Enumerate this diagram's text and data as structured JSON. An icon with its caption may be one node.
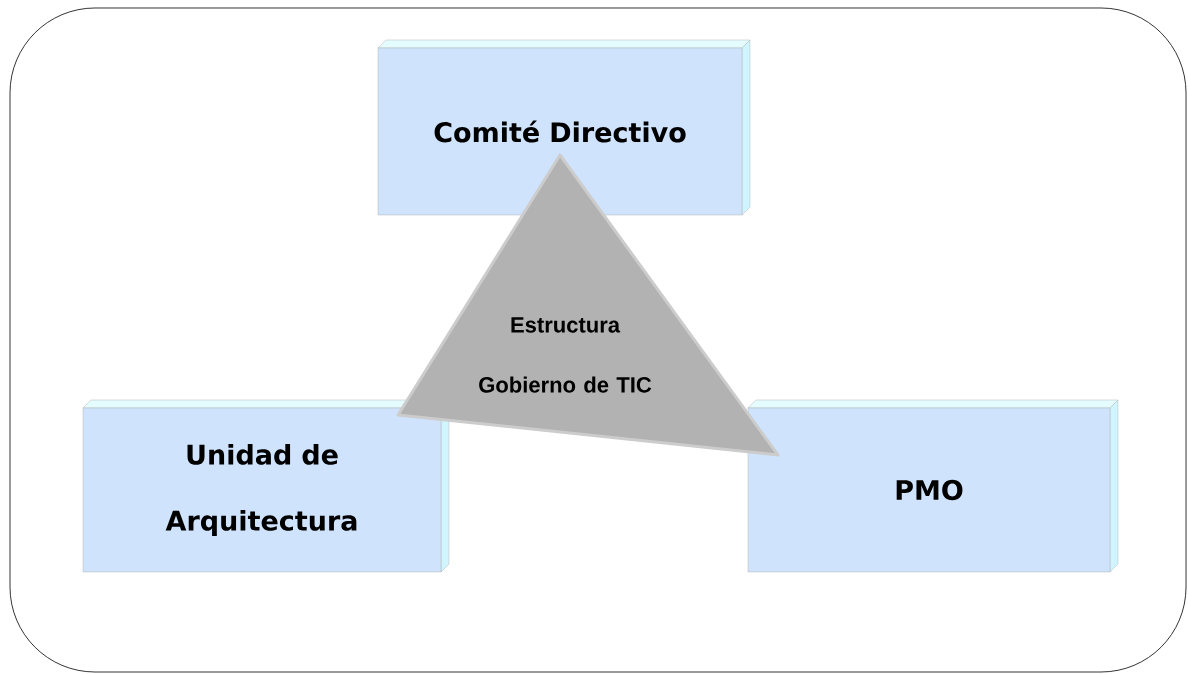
{
  "diagram": {
    "nodes": [
      {
        "text": [
          "Comité Directivo"
        ]
      },
      {
        "text": [
          "Estructura Gobierno de TIC"
        ]
      },
      {
        "text": [
          "Unidad de Arquitectura"
        ]
      },
      {
        "text": [
          "PMO"
        ]
      }
    ]
  }
}
